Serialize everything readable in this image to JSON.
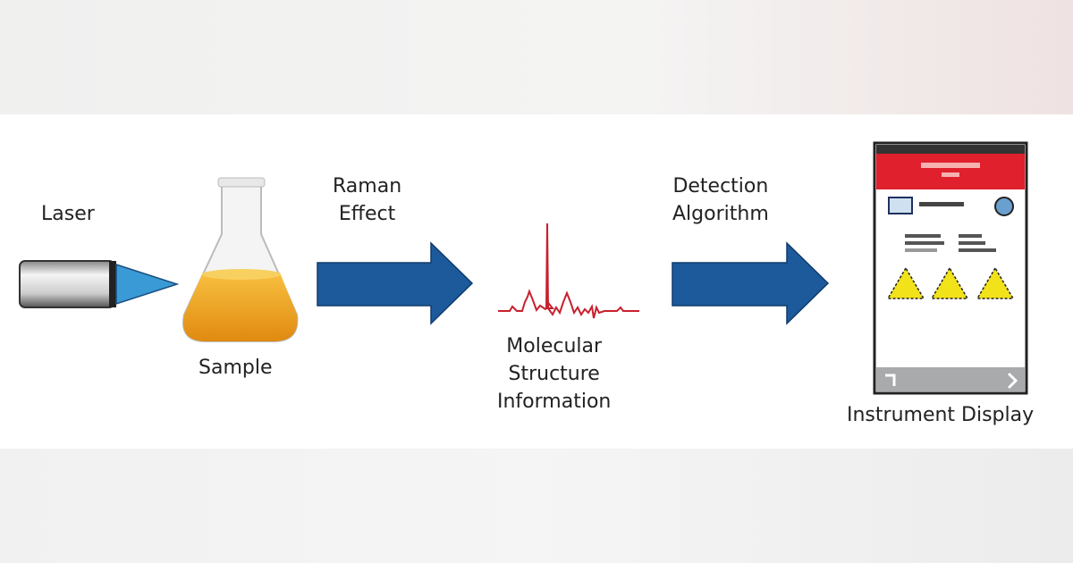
{
  "labels": {
    "laser": "Laser",
    "sample": "Sample",
    "raman": [
      "Raman",
      "Effect"
    ],
    "molecular": [
      "Molecular",
      "Structure",
      "Information"
    ],
    "detection": [
      "Detection",
      "Algorithm"
    ],
    "instrument": "Instrument Display"
  },
  "colors": {
    "arrow": "#1d5a9c",
    "spectrum": "#c8202e",
    "liquid": "#f0a020",
    "laser_beam": "#3a9ad6",
    "screen_header": "#e0202c",
    "warning": "#f2e21a"
  },
  "icons": [
    "laser-icon",
    "flask-icon",
    "arrow-icon",
    "spectrum-icon",
    "device-icon"
  ]
}
